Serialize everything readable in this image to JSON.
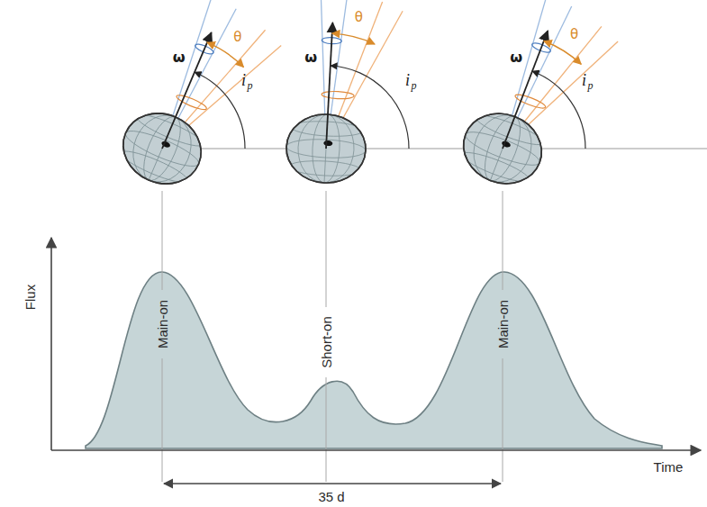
{
  "diagram": {
    "labels": [
      "ω",
      "θ",
      "i",
      "p",
      "ω",
      "θ",
      "i",
      "p",
      "ω",
      "θ",
      "i",
      "p",
      "Flux",
      "Main-on",
      "Short-on",
      "Main-on",
      "Time",
      "35 d"
    ]
  }
}
